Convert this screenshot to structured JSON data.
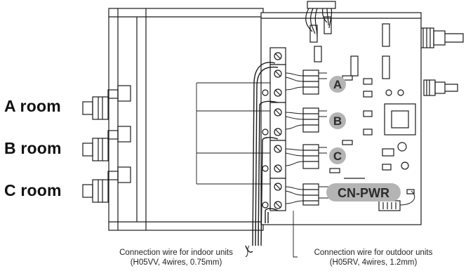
{
  "rooms": [
    {
      "label": "A room"
    },
    {
      "label": "B room"
    },
    {
      "label": "C room"
    }
  ],
  "terminal_badges": [
    {
      "label": "A"
    },
    {
      "label": "B"
    },
    {
      "label": "C"
    },
    {
      "label": "CN-PWR"
    }
  ],
  "callouts": {
    "indoor": {
      "line1": "Connection wire for indoor units",
      "line2": "(H05VV, 4wires, 0.75mm)"
    },
    "outdoor": {
      "line1": "Connection wire for outdoor units",
      "line2": "(H05RV, 4wires, 1.2mm)"
    }
  },
  "colors": {
    "line": "#1a1a1a",
    "badge_fill": "#b4b4b4",
    "background": "#ffffff"
  }
}
